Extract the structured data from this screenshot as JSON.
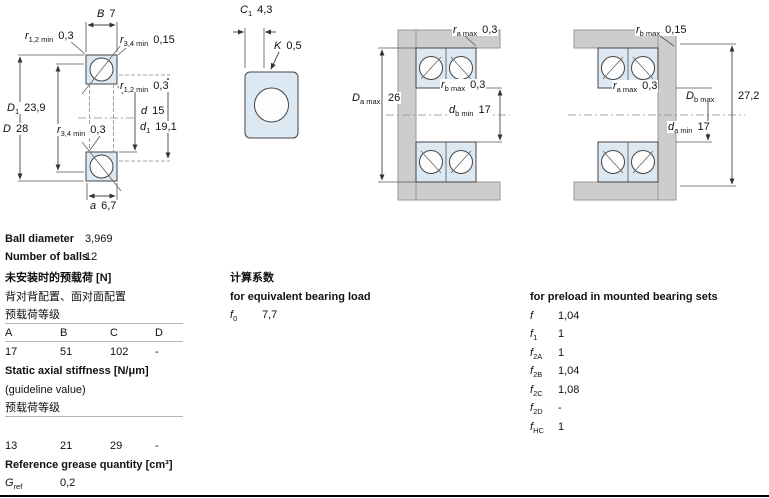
{
  "drawings": {
    "main": {
      "B": {
        "sym": "B",
        "sub": "",
        "val": "7"
      },
      "r12_top": {
        "sym": "r",
        "sub": "1,2 min",
        "val": "0,3"
      },
      "r34_top": {
        "sym": "r",
        "sub": "3,4 min",
        "val": "0,15"
      },
      "r12_mid": {
        "sym": "r",
        "sub": "1,2 min",
        "val": "0,3"
      },
      "D1": {
        "sym": "D",
        "sub": "1",
        "val": "23,9"
      },
      "d": {
        "sym": "d",
        "sub": "",
        "val": "15"
      },
      "D": {
        "sym": "D",
        "sub": "",
        "val": "28"
      },
      "r34_mid": {
        "sym": "r",
        "sub": "3,4 min",
        "val": "0,3"
      },
      "d1": {
        "sym": "d",
        "sub": "1",
        "val": "19,1"
      },
      "a": {
        "sym": "a",
        "sub": "",
        "val": "6,7"
      }
    },
    "cage": {
      "C1": {
        "sym": "C",
        "sub": "1",
        "val": "4,3"
      },
      "K": {
        "sym": "K",
        "sub": "",
        "val": "0,5"
      }
    },
    "abutment_da": {
      "ra": {
        "sym": "r",
        "sub": "a max",
        "val": "0,3"
      },
      "Da": {
        "sym": "D",
        "sub": "a max",
        "val": "26"
      },
      "rb": {
        "sym": "r",
        "sub": "b max",
        "val": "0,3"
      },
      "db": {
        "sym": "d",
        "sub": "b min",
        "val": "17"
      }
    },
    "abutment_db": {
      "rb": {
        "sym": "r",
        "sub": "b max",
        "val": "0,15"
      },
      "ra": {
        "sym": "r",
        "sub": "a max",
        "val": "0,3"
      },
      "Db": {
        "sym": "D",
        "sub": "b max",
        "val": "27,2"
      },
      "da": {
        "sym": "d",
        "sub": "a min",
        "val": "17"
      }
    }
  },
  "specs": {
    "ball_diameter": {
      "label": "Ball diameter",
      "value": "3,969"
    },
    "number_of_balls": {
      "label": "Number of balls",
      "value": "12"
    },
    "preload": {
      "title": "未安装时的预载荷 [N]",
      "subtitle": "背对背配置、面对面配置",
      "class_label": "预载荷等级",
      "columns": [
        "A",
        "B",
        "C",
        "D"
      ],
      "values": [
        "17",
        "51",
        "102",
        "-"
      ]
    },
    "stiffness": {
      "title": "Static axial stiffness [N/μm]",
      "subtitle": "(guideline value)",
      "class_label": "预载荷等级",
      "values": [
        "13",
        "21",
        "29",
        "-"
      ]
    },
    "grease": {
      "title": "Reference grease quantity [cm³]",
      "symbol": {
        "sym": "G",
        "sub": "ref"
      },
      "value": "0,2"
    }
  },
  "factors": {
    "section_title": "计算系数",
    "equivalent": {
      "title": "for equivalent bearing load",
      "rows": [
        {
          "sym": "f",
          "sub": "0",
          "val": "7,7"
        }
      ]
    },
    "preload_sets": {
      "title": "for preload in mounted bearing sets",
      "rows": [
        {
          "sym": "f",
          "sub": "",
          "val": "1,04"
        },
        {
          "sym": "f",
          "sub": "1",
          "val": "1"
        },
        {
          "sym": "f",
          "sub": "2A",
          "val": "1"
        },
        {
          "sym": "f",
          "sub": "2B",
          "val": "1,04"
        },
        {
          "sym": "f",
          "sub": "2C",
          "val": "1,08"
        },
        {
          "sym": "f",
          "sub": "2D",
          "val": "-"
        },
        {
          "sym": "f",
          "sub": "HC",
          "val": "1"
        }
      ]
    }
  }
}
